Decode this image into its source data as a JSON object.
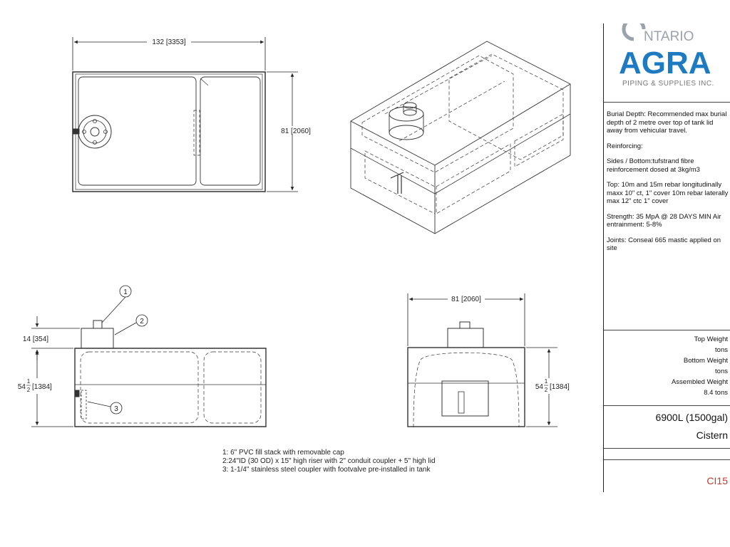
{
  "dimensions": {
    "top_length": "132 [3353]",
    "top_width": "81 [2060]",
    "riser_height": "14 [354]",
    "side_height_whole": "54",
    "side_height_num": "1",
    "side_height_den": "2",
    "side_height_mm": "[1384]",
    "end_width": "81 [2060]"
  },
  "callouts": [
    "1",
    "2",
    "3"
  ],
  "legend": [
    "1: 6\" PVC fill stack with removable cap",
    "2:24\"ID (30 OD) x 15\" high riser with 2\" conduit coupler + 5\" high lid",
    "3: 1-1/4\" stainless steel coupler with footvalve pre-installed in tank"
  ],
  "logo": {
    "line1": "NTARIO",
    "line2": "AGRA",
    "line3": "PIPING & SUPPLIES INC.",
    "brand_color": "#1f7bc1"
  },
  "notes": [
    "Burial Depth: Recommended max burial depth of 2 metre over top of tank lid away from vehicular travel.",
    "Reinforcing:",
    "Sides / Bottom:tufstrand fibre reinforcement dosed at 3kg/m3",
    "Top: 10m and 15m rebar longitudinally maxx 10\" ct, 1\" cover 10m rebar laterally max 12\" ctc 1\" cover",
    "Strength: 35 MpA @ 28 DAYS MIN Air entrainment: 5-8%",
    "Joints: Conseal 665 mastic applied on site"
  ],
  "weights": {
    "top_label": "Top Weight",
    "top_unit": "tons",
    "bottom_label": "Bottom Weight",
    "bottom_unit": "tons",
    "assembled_label": "Assembled Weight",
    "assembled_value": "8.4 tons"
  },
  "product": {
    "capacity": "6900L (1500gal)",
    "type": "Cistern",
    "drawing_number": "CI15",
    "drawing_number_color": "#c0392b"
  }
}
